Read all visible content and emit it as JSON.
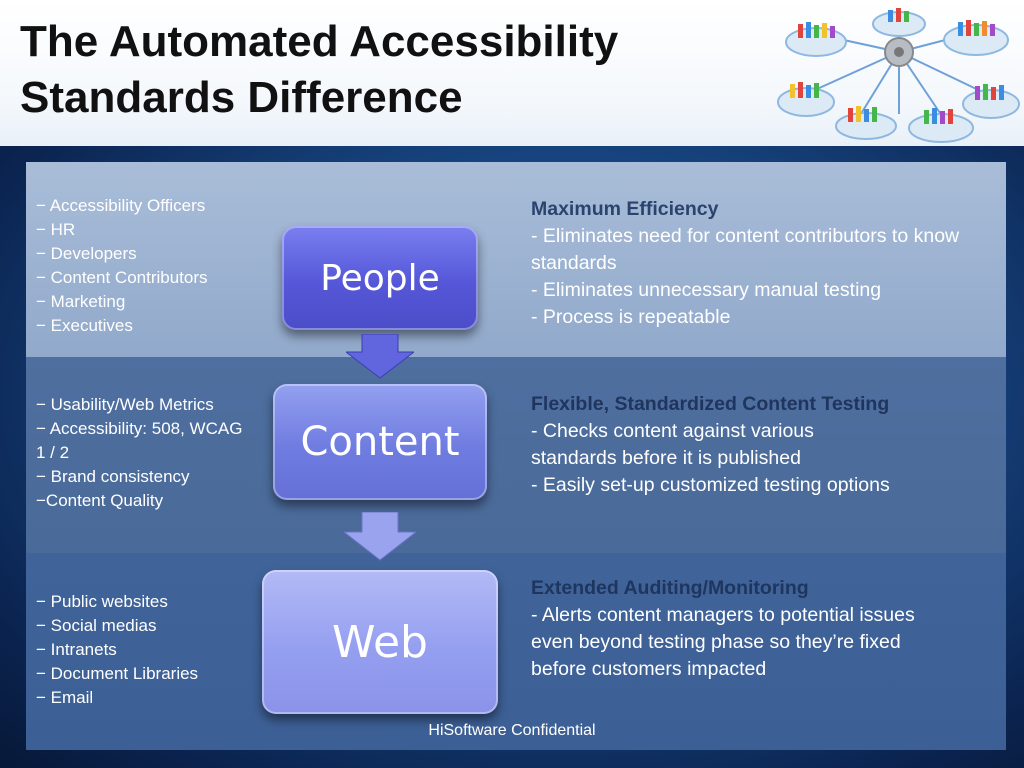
{
  "title": "The Automated Accessibility Standards Difference",
  "footer": "HiSoftware Confidential",
  "network_icon": "people-network-icon",
  "rows": [
    {
      "box_label": "People",
      "list": [
        "− Accessibility Officers",
        "− HR",
        "− Developers",
        "− Content Contributors",
        "− Marketing",
        "− Executives"
      ],
      "heading": "Maximum Efficiency",
      "lines": [
        "- Eliminates need for content contributors to know standards",
        "- Eliminates unnecessary manual testing",
        "- Process is repeatable"
      ]
    },
    {
      "box_label": "Content",
      "list": [
        "− Usability/Web Metrics",
        "− Accessibility: 508, WCAG 1 / 2",
        "− Brand consistency",
        "−Content Quality"
      ],
      "heading": "Flexible, Standardized Content Testing",
      "lines": [
        "- Checks content against various standards before it is published",
        "- Easily set-up customized testing options"
      ]
    },
    {
      "box_label": "Web",
      "list": [
        "− Public websites",
        "− Social medias",
        "− Intranets",
        "− Document Libraries",
        "− Email"
      ],
      "heading": "Extended Auditing/Monitoring",
      "lines": [
        "- Alerts content managers to potential issues even beyond testing phase so they’re fixed before customers impacted"
      ]
    }
  ],
  "colors": {
    "box_people": "#5557d8",
    "box_content": "#6f7ce0",
    "box_web": "#959ff0",
    "heading_text": "#1f355e"
  }
}
